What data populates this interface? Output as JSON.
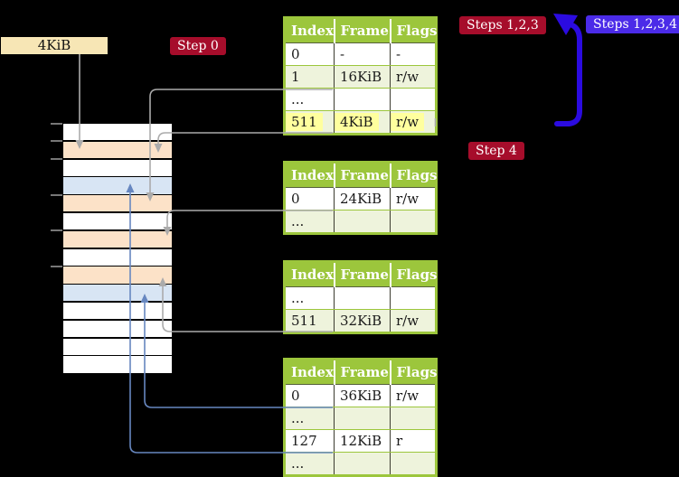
{
  "colors": {
    "bg": "#000000",
    "wheat": "#F7E6B5",
    "peach": "#FCE2C8",
    "blue_row": "#D8E5F4",
    "olive": "#9CC63C",
    "green_row": "#EEF3DC",
    "yellow_hl": "#FFFF9E",
    "badge_red": "#A60D2B",
    "badge_blue": "#4B2BE8",
    "arrow_blue": "#2B0BE0",
    "connector_gray": "#ABABAB",
    "connector_blue": "#6787C0",
    "tick_gray": "#777777"
  },
  "labels": {
    "frame_box": "4KiB",
    "step0": "Step 0",
    "steps123": "Steps 1,2,3",
    "steps1234": "Steps 1,2,3,4",
    "step4": "Step 4"
  },
  "tables": {
    "headers": [
      "Index",
      "Frame",
      "Flags"
    ],
    "level4": {
      "rows": [
        [
          "0",
          "-",
          "-"
        ],
        [
          "1",
          "16KiB",
          "r/w"
        ],
        [
          "...",
          "",
          ""
        ],
        [
          "511",
          "4KiB",
          "r/w"
        ]
      ],
      "highlighted_row_index": "511"
    },
    "level3": {
      "rows": [
        [
          "0",
          "24KiB",
          "r/w"
        ],
        [
          "...",
          "",
          ""
        ]
      ]
    },
    "level2": {
      "rows": [
        [
          "...",
          "",
          ""
        ],
        [
          "511",
          "32KiB",
          "r/w"
        ]
      ]
    },
    "level1": {
      "rows": [
        [
          "0",
          "36KiB",
          "r/w"
        ],
        [
          "...",
          "",
          ""
        ],
        [
          "127",
          "12KiB",
          "r"
        ],
        [
          "...",
          "",
          ""
        ]
      ]
    }
  },
  "memory_map": {
    "rows": [
      {
        "color": "white"
      },
      {
        "color": "peach"
      },
      {
        "color": "white"
      },
      {
        "color": "blue"
      },
      {
        "color": "peach"
      },
      {
        "color": "white"
      },
      {
        "color": "peach"
      },
      {
        "color": "white"
      },
      {
        "color": "peach"
      },
      {
        "color": "blue"
      },
      {
        "color": "white"
      },
      {
        "color": "white"
      },
      {
        "color": "white"
      },
      {
        "color": "white"
      }
    ]
  }
}
